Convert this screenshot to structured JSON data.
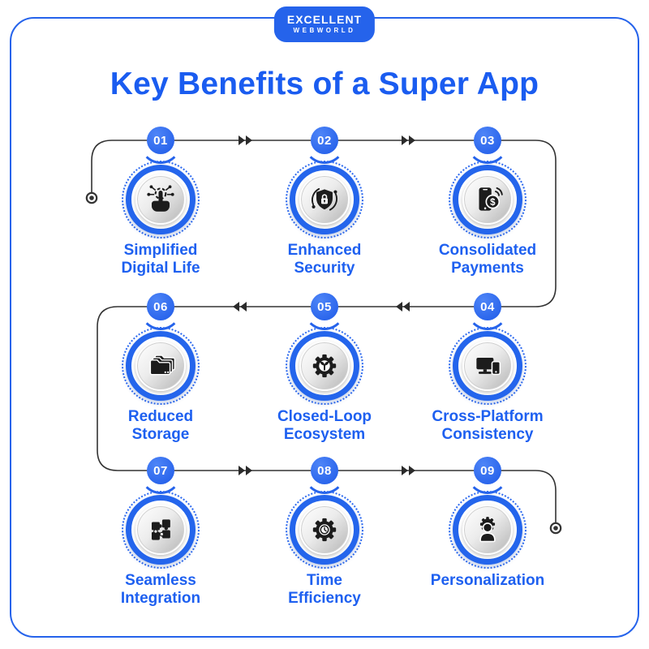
{
  "brand": {
    "line1": "EXCELLENT",
    "line2": "WEBWORLD"
  },
  "title": "Key Benefits of a Super App",
  "colors": {
    "primary": "#2563eb",
    "title_text": "#1a5cf0",
    "label_text": "#1e60f0",
    "connector_line": "#333333",
    "icon": "#1c1c1c"
  },
  "flow": {
    "direction_row1": "left-to-right",
    "direction_row2": "right-to-left",
    "direction_row3": "left-to-right"
  },
  "items": [
    {
      "number": "01",
      "label": "Simplified\nDigital Life",
      "icon": "touch-network-icon"
    },
    {
      "number": "02",
      "label": "Enhanced\nSecurity",
      "icon": "shield-lock-icon"
    },
    {
      "number": "03",
      "label": "Consolidated\nPayments",
      "icon": "mobile-payment-icon"
    },
    {
      "number": "04",
      "label": "Cross-Platform\nConsistency",
      "icon": "devices-icon"
    },
    {
      "number": "05",
      "label": "Closed-Loop\nEcosystem",
      "icon": "gear-sprout-icon"
    },
    {
      "number": "06",
      "label": "Reduced\nStorage",
      "icon": "folders-icon"
    },
    {
      "number": "07",
      "label": "Seamless\nIntegration",
      "icon": "puzzle-icon"
    },
    {
      "number": "08",
      "label": "Time\nEfficiency",
      "icon": "gear-clock-icon"
    },
    {
      "number": "09",
      "label": "Personalization",
      "icon": "person-gear-icon"
    }
  ]
}
